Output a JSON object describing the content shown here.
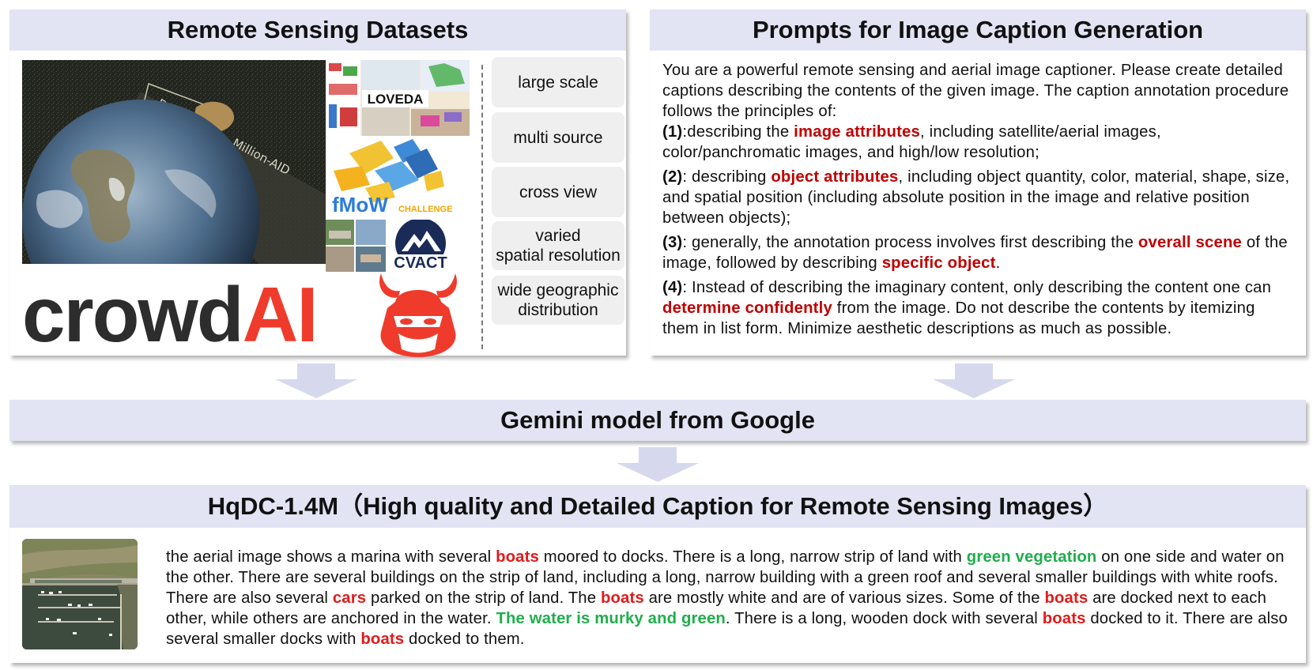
{
  "datasets_panel": {
    "title": "Remote Sensing Datasets",
    "earth_labels": [
      "DIRS",
      "Million-AID"
    ],
    "logos": {
      "loveda": "LOVEDA",
      "fmow": "fMoW",
      "fmow_sub": "CHALLENGE",
      "cvact": "CVACT"
    },
    "crowdai": {
      "part1": "crowd",
      "part2": "AI"
    },
    "features": [
      "large scale",
      "multi source",
      "cross view",
      "varied\nspatial resolution",
      "wide geographic distribution"
    ]
  },
  "prompt_panel": {
    "title": "Prompts for Image Caption Generation",
    "intro": "You are a powerful remote sensing and aerial image captioner. Please create detailed captions describing the contents of the given image. The caption annotation procedure follows the principles of:",
    "p1": {
      "num": "(1)",
      "a": ":describing the ",
      "hl": "image attributes",
      "b": ", including satellite/aerial images, color/panchromatic images, and high/low resolution;"
    },
    "p2": {
      "num": "(2)",
      "a": ": describing ",
      "hl": "object attributes",
      "b": ", including object quantity, color, material, shape, size, and spatial position (including absolute position in the image and relative position between objects);"
    },
    "p3": {
      "num": "(3)",
      "a": ": generally, the annotation process involves first describing the ",
      "hl1": "overall scene",
      "b": " of the image, followed by describing ",
      "hl2": "specific object",
      "c": "."
    },
    "p4": {
      "num": "(4)",
      "a": ": Instead of describing the imaginary content, only describing the content one can ",
      "hl": "determine confidently",
      "b": " from the image. Do not describe the contents by itemizing them in list form. Minimize aesthetic descriptions as much as possible."
    }
  },
  "model_box": {
    "title": "Gemini model from Google"
  },
  "output_panel": {
    "title": "HqDC-1.4M（High quality and Detailed Caption for Remote Sensing Images）",
    "caption": {
      "t1": "the aerial image shows a marina with several ",
      "w_boats": "boats",
      "t2": " moored to docks. There is a long, narrow strip of land with ",
      "w_green": "green vegetation",
      "t3": " on one side and water on the other. There are several buildings on the strip of land, including a long, narrow building with a green roof and several smaller buildings with white roofs. There are also several ",
      "w_cars": "cars",
      "t4": " parked on the strip of land. The ",
      "t5": " are mostly white and are of various sizes. Some of the ",
      "t6": " are docked next to each other, while others are anchored in the water. ",
      "w_water": "The water is murky and green",
      "t7": ". There is a long, wooden dock with several ",
      "t8": " docked to it. There are also several smaller docks with ",
      "t9": " docked to them."
    }
  },
  "colors": {
    "header_bg": "#e2e3f3",
    "highlight_red": "#c00000",
    "highlight_green": "#1fae4b",
    "arrow": "#d6d9ee"
  }
}
